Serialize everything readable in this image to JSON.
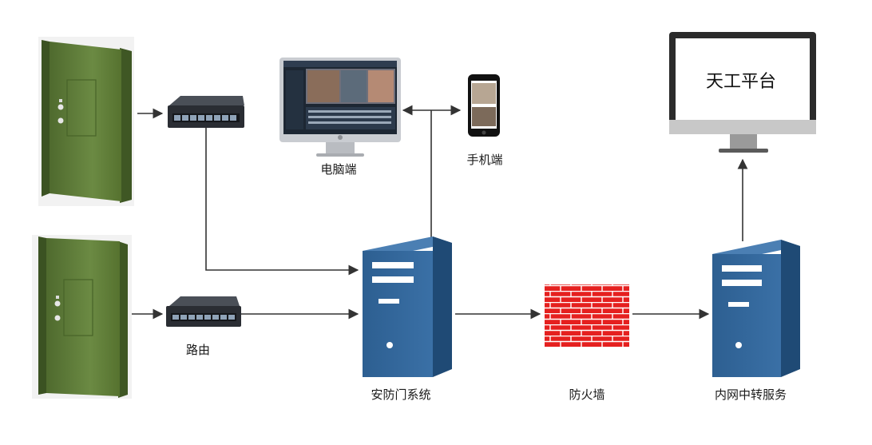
{
  "labels": {
    "router": "路由",
    "pc": "电脑端",
    "phone": "手机端",
    "security_system": "安防门系统",
    "firewall": "防火墙",
    "relay_server": "内网中转服务",
    "platform": "天工平台"
  },
  "icons": [
    "door-icon",
    "network-switch-icon",
    "desktop-monitor-icon",
    "smartphone-icon",
    "server-tower-icon",
    "firewall-icon"
  ],
  "colors": {
    "door_green": "#5d7a3a",
    "server_blue": "#2f6395",
    "firewall_red": "#e02626",
    "line": "#333333"
  }
}
